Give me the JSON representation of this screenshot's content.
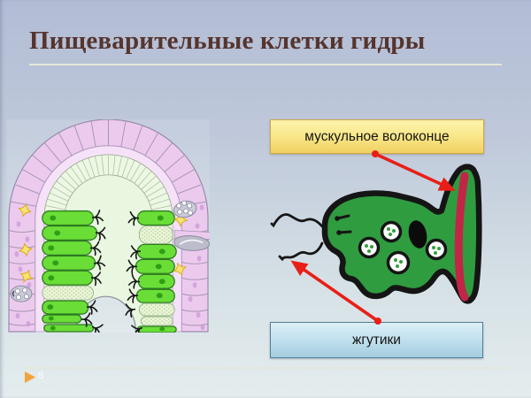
{
  "title": {
    "text": "Пищеварительные клетки гидры"
  },
  "callouts": {
    "muscle_fiber": {
      "label": "мускульное волоконце"
    },
    "flagella": {
      "label": "жгутики"
    }
  },
  "footer": {
    "page_number": "8"
  },
  "icons": {
    "footer_marker": "play-triangle-icon"
  },
  "colors": {
    "background_top": "#b2bcd5",
    "background_bottom": "#e4edee",
    "title_text": "#55352e",
    "title_rule": "#f0edd3",
    "muscle_box_top": "#fbf3ae",
    "muscle_box_bottom": "#f0cf62",
    "muscle_box_border": "#cfa845",
    "flagella_box_top": "#dbeff7",
    "flagella_box_bottom": "#a4cde0",
    "flagella_box_border": "#527e98",
    "arrow_red": "#e81f16",
    "cell_green": "#2f9c40",
    "muscle_fiber_crimson": "#c22646",
    "ectoderm_pink": "#eccaee",
    "mesoglea_lavender": "#f6e2f8",
    "endoderm_green": "#6ade37",
    "cavity_pale_green": "#e9f7e0",
    "nerve_cell_yellow": "#f7e370",
    "footer_triangle_orange": "#f2a33c",
    "dotted_rule": "#e8e5c2",
    "page_number_white": "#ffffff"
  }
}
